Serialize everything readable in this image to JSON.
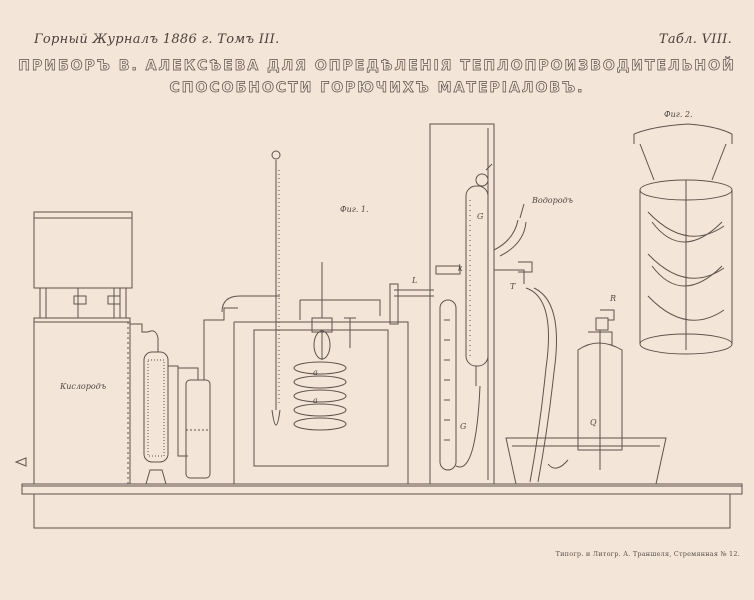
{
  "header": {
    "journal": "Горный Журналъ 1886 г. Томъ III.",
    "plate": "Табл. VIII."
  },
  "title": {
    "line1": "ПРИБОРЪ В. АЛЕКСѢЕВА ДЛЯ ОПРЕДѢЛЕНІЯ ТЕПЛОПРОИЗВОДИТЕЛЬНОЙ",
    "line2": "СПОСОБНОСТИ ГОРЮЧИХЪ МАТЕРІАЛОВЪ."
  },
  "figures": {
    "fig1": "Фиг. 1.",
    "fig2": "Фиг. 2."
  },
  "labels": {
    "oxygen": "Кислородъ",
    "hydrogen": "Водородъ",
    "a_upper": "a",
    "a_lower": "a",
    "L": "L",
    "k": "k",
    "G": "G",
    "G_lower": "G",
    "T": "T",
    "R": "R",
    "Q": "Q"
  },
  "imprint": "Типогр. и Литогр. А. Траншеля, Стремянная № 12."
}
